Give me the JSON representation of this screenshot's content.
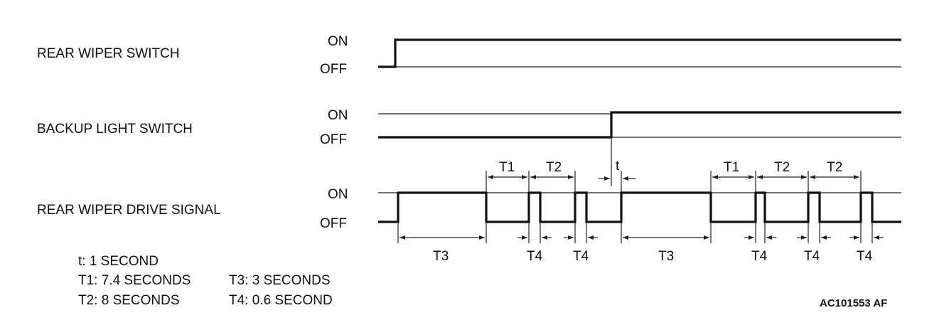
{
  "signals": {
    "rear_wiper_switch": {
      "label": "REAR WIPER SWITCH",
      "on": "ON",
      "off": "OFF"
    },
    "backup_light_switch": {
      "label": "BACKUP LIGHT SWITCH",
      "on": "ON",
      "off": "OFF"
    },
    "rear_wiper_drive": {
      "label": "REAR WIPER DRIVE SIGNAL",
      "on": "ON",
      "off": "OFF"
    }
  },
  "intervals": {
    "t": "t",
    "T1": "T1",
    "T2": "T2",
    "T3": "T3",
    "T4": "T4"
  },
  "legend": {
    "t": "t: 1 SECOND",
    "T1": "T1: 7.4 SECONDS",
    "T2": "T2: 8 SECONDS",
    "T3": "T3: 3 SECONDS",
    "T4": "T4: 0.6 SECOND"
  },
  "figure_code": "AC101553 AF"
}
